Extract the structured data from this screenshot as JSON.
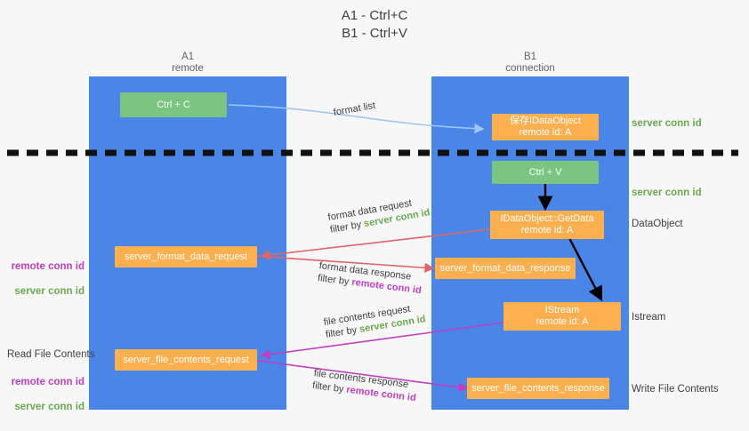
{
  "diagram": {
    "title": "A1 - Ctrl+C\nB1 - Ctrl+V",
    "colors": {
      "lane": "#4a86e8",
      "green_node": "#7bc582",
      "orange_node": "#fbaf4e",
      "server_conn_id": "#6aa84f",
      "remote_conn_id": "#c03fc0",
      "format_list_arrow": "#9fc5f8",
      "format_data_arrow": "#e06666",
      "file_contents_arrow": "#c03fc0",
      "istream_arrow": "#000000",
      "divider": "#000000",
      "background": "#f7f7f7"
    }
  },
  "lanes": [
    {
      "name": "lane-a",
      "title": "A1",
      "subtitle": "remote",
      "header": "A1\nremote"
    },
    {
      "name": "lane-b",
      "title": "B1",
      "subtitle": "connection",
      "header": "B1\nconnection"
    }
  ],
  "nodes": [
    {
      "id": "ctrl-c",
      "label": "Ctrl + C",
      "style": "green"
    },
    {
      "id": "save-idataobject",
      "label": "保存IDataObject\nremote id: A",
      "style": "orange"
    },
    {
      "id": "ctrl-v",
      "label": "Ctrl + V",
      "style": "green"
    },
    {
      "id": "idataobject-getdata",
      "label": "IDataObject::GetData\nremote id: A",
      "style": "orange"
    },
    {
      "id": "server-format-data-request",
      "label": "server_format_data_request",
      "style": "orange"
    },
    {
      "id": "server-format-data-response",
      "label": "server_format_data_response",
      "style": "orange"
    },
    {
      "id": "istream",
      "label": "IStream\nremote id: A",
      "style": "orange"
    },
    {
      "id": "server-file-contents-request",
      "label": "server_file_contents_request",
      "style": "orange"
    },
    {
      "id": "server-file-contents-response",
      "label": "server_file_contents_response",
      "style": "orange"
    }
  ],
  "edges": [
    {
      "id": "format-list",
      "label": "format list",
      "filter": "",
      "filter_target": ""
    },
    {
      "id": "format-data-request",
      "label": "format data request",
      "filter": "filter by ",
      "filter_target": "server conn id",
      "filter_color": "green"
    },
    {
      "id": "format-data-response",
      "label": "format data response",
      "filter": "filter by ",
      "filter_target": "remote conn id",
      "filter_color": "purple"
    },
    {
      "id": "file-contents-request",
      "label": "file contents request",
      "filter": "filter by ",
      "filter_target": "server conn id",
      "filter_color": "green"
    },
    {
      "id": "file-contents-response",
      "label": "file contents response",
      "filter": "filter by ",
      "filter_target": "remote conn id",
      "filter_color": "purple"
    }
  ],
  "right_labels": [
    {
      "id": "right-server-conn-id-1",
      "text": "server conn id",
      "color": "green"
    },
    {
      "id": "right-server-conn-id-2",
      "text": "server conn id",
      "color": "green"
    },
    {
      "id": "right-dataobject",
      "text": "DataObject",
      "color": "dark"
    },
    {
      "id": "right-istream",
      "text": "Istream",
      "color": "dark"
    },
    {
      "id": "right-write-file-contents",
      "text": "Write File Contents",
      "color": "dark"
    }
  ],
  "left_labels": [
    {
      "id": "left-conn-ids-1",
      "remote": "remote conn id",
      "server": "server conn id"
    },
    {
      "id": "left-read-file-contents",
      "text": "Read File Contents"
    },
    {
      "id": "left-conn-ids-2",
      "remote": "remote conn id",
      "server": "server conn id"
    }
  ]
}
